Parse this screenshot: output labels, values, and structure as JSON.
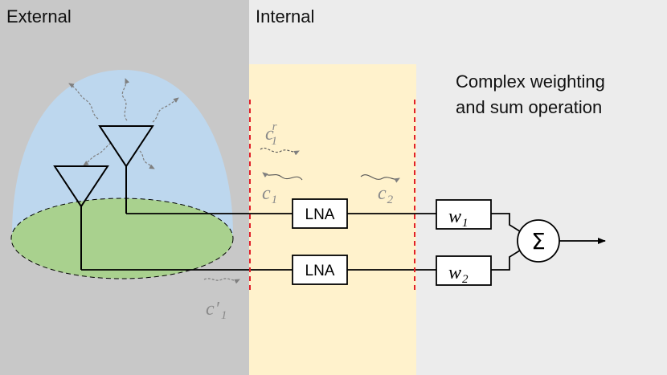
{
  "regions": {
    "external_label": "External",
    "internal_label": "Internal"
  },
  "caption": {
    "line1": "Complex weighting",
    "line2": "and sum operation"
  },
  "amplifiers": [
    {
      "label": "LNA"
    },
    {
      "label": "LNA"
    }
  ],
  "weights": [
    {
      "symbol": "w",
      "subscript": "1"
    },
    {
      "symbol": "w",
      "subscript": "2"
    }
  ],
  "summer": {
    "symbol": "Σ"
  },
  "couplings": {
    "c1r": {
      "symbol": "c",
      "sub": "1",
      "sup": "r"
    },
    "c1": {
      "symbol": "c",
      "sub": "1"
    },
    "c2": {
      "symbol": "c",
      "sub": "2"
    },
    "c1prime": {
      "symbol": "c",
      "prime": "′",
      "sub": "1"
    }
  },
  "colors": {
    "external_bg": "#c8c8c8",
    "internal_bg": "#fff2cc",
    "right_bg": "#ececec",
    "radiation_dome": "#bdd7ee",
    "ground_plane": "#a9d18e",
    "boundary_line": "#e0202a",
    "coupling_gray": "#8a8a8a"
  }
}
